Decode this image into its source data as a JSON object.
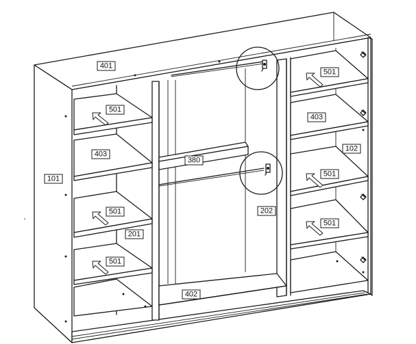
{
  "labels": {
    "top_panel": "401",
    "left_side_panel": "101",
    "right_side_panel": "102",
    "middle_partition": "201",
    "right_partition": "202",
    "rail_bar": "380",
    "bottom_panel": "402",
    "shelf_a": "403",
    "shelf_b": "403",
    "shelf_left_1": "501",
    "shelf_left_2": "501",
    "shelf_left_3": "501",
    "shelf_right_1": "501",
    "shelf_right_2": "501",
    "shelf_right_3": "501"
  },
  "icons": {
    "push_arrow": "push-in-arrow-icon",
    "detail_circle": "magnify-detail-circle",
    "rail": "hanging-rail-icon"
  }
}
